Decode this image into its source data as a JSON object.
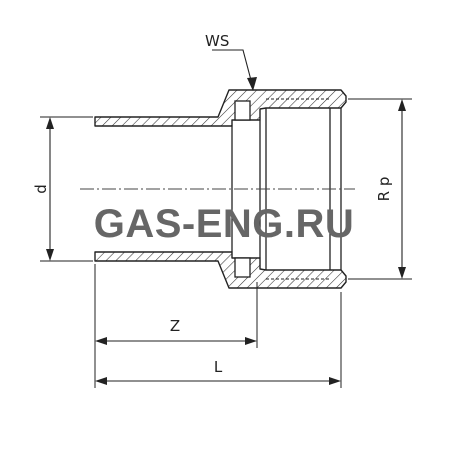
{
  "diagram": {
    "labels": {
      "ws": "WS",
      "d": "d",
      "rp": "R p",
      "z": "Z",
      "l": "L"
    },
    "watermark": "GAS-ENG.RU",
    "colors": {
      "line": "#222222",
      "hatch": "#333333",
      "watermark": "#666666"
    }
  }
}
